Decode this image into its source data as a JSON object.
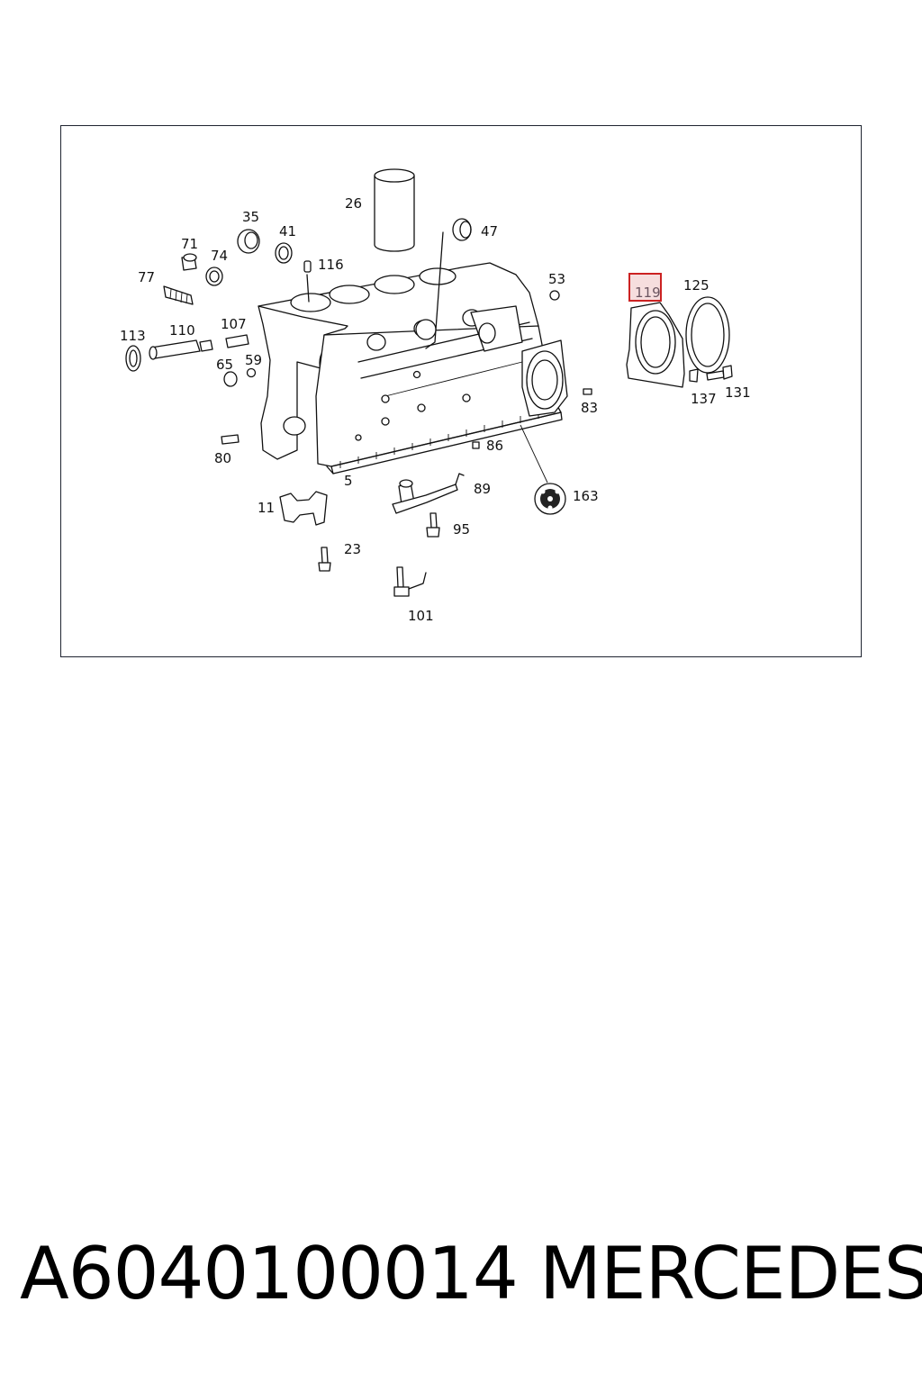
{
  "labels": {
    "l26": "26",
    "l35": "35",
    "l41": "41",
    "l47": "47",
    "l71": "71",
    "l74": "74",
    "l77": "77",
    "l116": "116",
    "l53": "53",
    "l119": "119",
    "l125": "125",
    "l113": "113",
    "l110": "110",
    "l107": "107",
    "l65": "65",
    "l59": "59",
    "l137": "137",
    "l131": "131",
    "l83": "83",
    "l80": "80",
    "l86": "86",
    "l5": "5",
    "l89": "89",
    "l163": "163",
    "l11": "11",
    "l95": "95",
    "l23": "23",
    "l101": "101"
  },
  "highlight": {
    "label": "119",
    "color": "#cc2222"
  },
  "footer": {
    "part_number": "A6040100014",
    "brand": "MERCEDES"
  }
}
